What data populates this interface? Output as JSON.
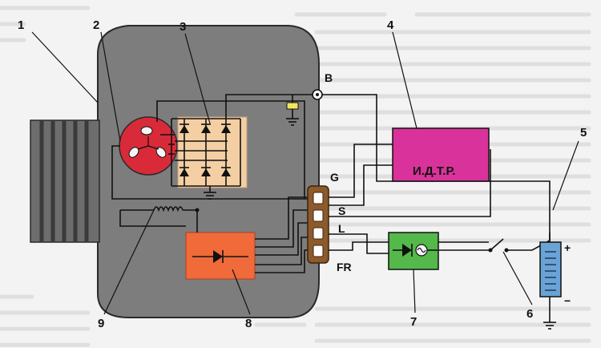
{
  "callouts": {
    "n1": "1",
    "n2": "2",
    "n3": "3",
    "n4": "4",
    "n5": "5",
    "n6": "6",
    "n7": "7",
    "n8": "8",
    "n9": "9"
  },
  "terminals": {
    "b": "B",
    "g": "G",
    "s": "S",
    "l": "L",
    "fr": "FR"
  },
  "box_labels": {
    "idtr": "И.Д.Т.Р."
  },
  "battery": {
    "plus": "+",
    "minus": "−"
  },
  "colors": {
    "alternator_body": "#7d7d7d",
    "pulley": "#6d6d6d",
    "stator": "#d92a3a",
    "rectifier": "#f3cfa3",
    "regulator": "#f06a3a",
    "idtr_box": "#d9339b",
    "lamp_box": "#55b84a",
    "connector": "#8c5a2b",
    "battery": "#6aa3d6",
    "background": "#f3f3f3"
  }
}
